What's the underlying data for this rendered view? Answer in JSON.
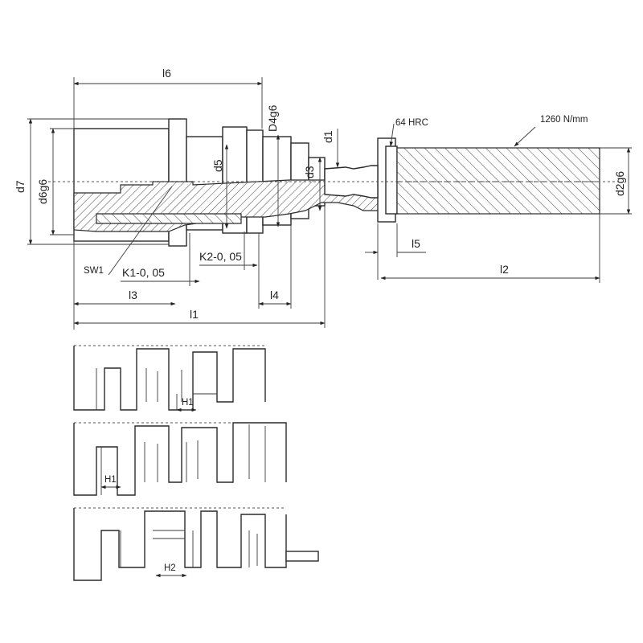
{
  "labels": {
    "l6": "l6",
    "d4g6": "D4g6",
    "d1": "d1",
    "d5": "d5",
    "d3": "d3",
    "hrc": "64 HRC",
    "strength": "1260 N/mm",
    "d7": "d7",
    "d6g6": "d6g6",
    "d2g6": "d2g6",
    "l5": "l5",
    "l2": "l2",
    "sw1": "SW1",
    "k1": "K1-0, 05",
    "k2": "K2-0, 05",
    "l3": "l3",
    "l4": "l4",
    "l1": "l1",
    "h1_top": "H1",
    "h1_mid": "H1",
    "h2": "H2"
  }
}
